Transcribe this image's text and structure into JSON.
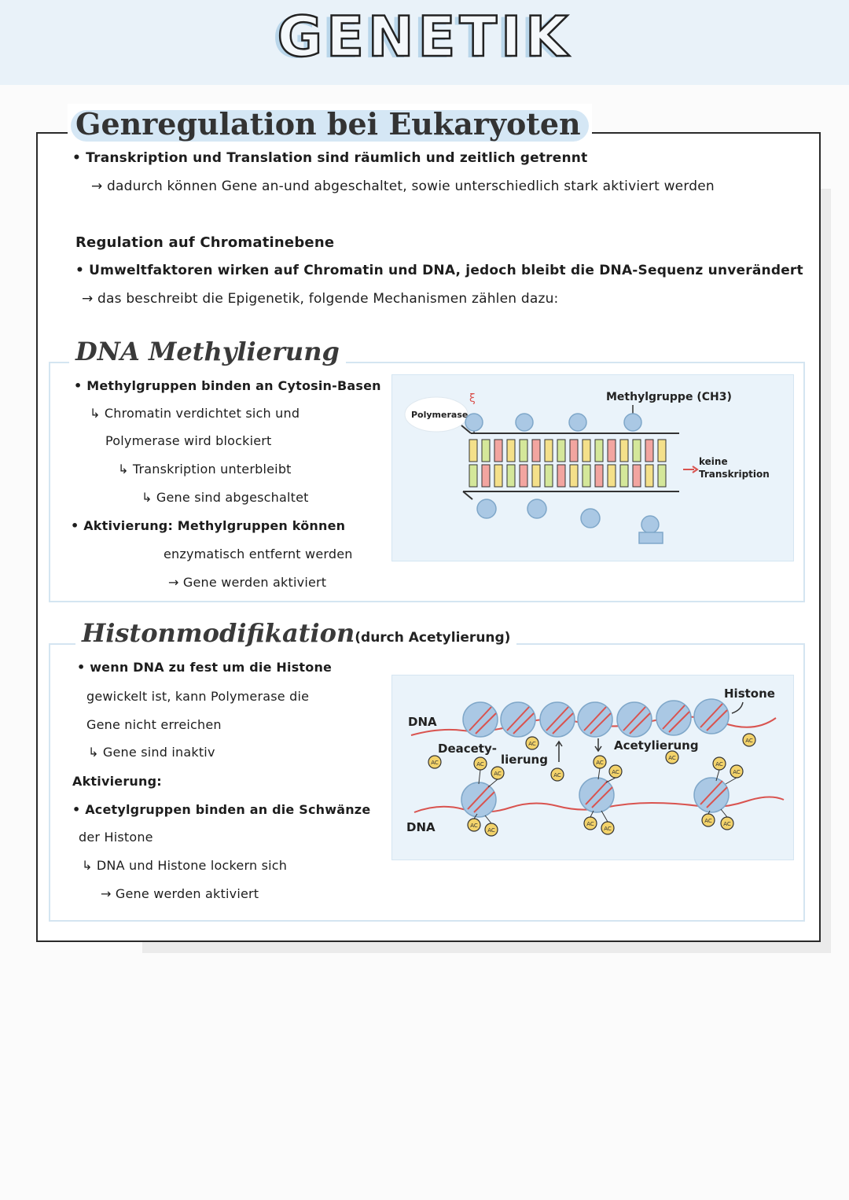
{
  "page": {
    "heading": "GENETIK",
    "card_title": "Genregulation bei Eukaryoten"
  },
  "intro": {
    "line1": "• Transkription und Translation sind räumlich und zeitlich getrennt",
    "line2": "→ dadurch können Gene an-und abgeschaltet, sowie unterschiedlich stark aktiviert werden",
    "section_label": "Regulation auf Chromatinebene",
    "line3": "• Umweltfaktoren wirken auf Chromatin und DNA, jedoch bleibt die DNA-Sequenz unverändert",
    "line4": "→ das beschreibt die Epigenetik, folgende Mechanismen zählen dazu:"
  },
  "methylierung": {
    "title": "DNA Methylierung",
    "lines": [
      "• Methylgruppen binden an Cytosin-Basen",
      "↳ Chromatin verdichtet sich und",
      "Polymerase wird blockiert",
      "↳ Transkription unterbleibt",
      "↳ Gene sind abgeschaltet",
      "• Aktivierung: Methylgruppen können",
      "enzymatisch entfernt werden",
      "→ Gene werden aktiviert"
    ],
    "diagram": {
      "polymerase_label": "Polymerase",
      "methyl_label": "Methylgruppe (CH3)",
      "no_transcription_label_1": "keine",
      "no_transcription_label_2": "Transkription"
    }
  },
  "histon": {
    "title": "Histonmodifikation",
    "title_note": "(durch Acetylierung)",
    "lines": [
      "• wenn DNA zu fest um die Histone",
      "gewickelt ist, kann Polymerase die",
      "Gene nicht erreichen",
      "↳ Gene sind inaktiv",
      "Aktivierung:",
      "• Acetylgruppen binden an die Schwänze",
      "der Histone",
      "↳ DNA und Histone lockern sich",
      "→ Gene werden aktiviert"
    ],
    "diagram": {
      "histone_label": "Histone",
      "dna_label_top": "DNA",
      "dna_label_bottom": "DNA",
      "deacetylierung_label_1": "Deacety-",
      "deacetylierung_label_2": "lierung",
      "acetylierung_label": "Acetylierung",
      "acetyl_tag": "AC"
    }
  },
  "colors": {
    "band": "#e9f2f9",
    "accent_blue": "#b9d6ea",
    "histone_blue": "#aac8e4",
    "dna_red": "#d9534f",
    "acetyl_yellow": "#f3d36b",
    "base_green": "#d4e79a",
    "base_pink": "#f2a5a0",
    "base_yellow": "#f4e08a"
  }
}
